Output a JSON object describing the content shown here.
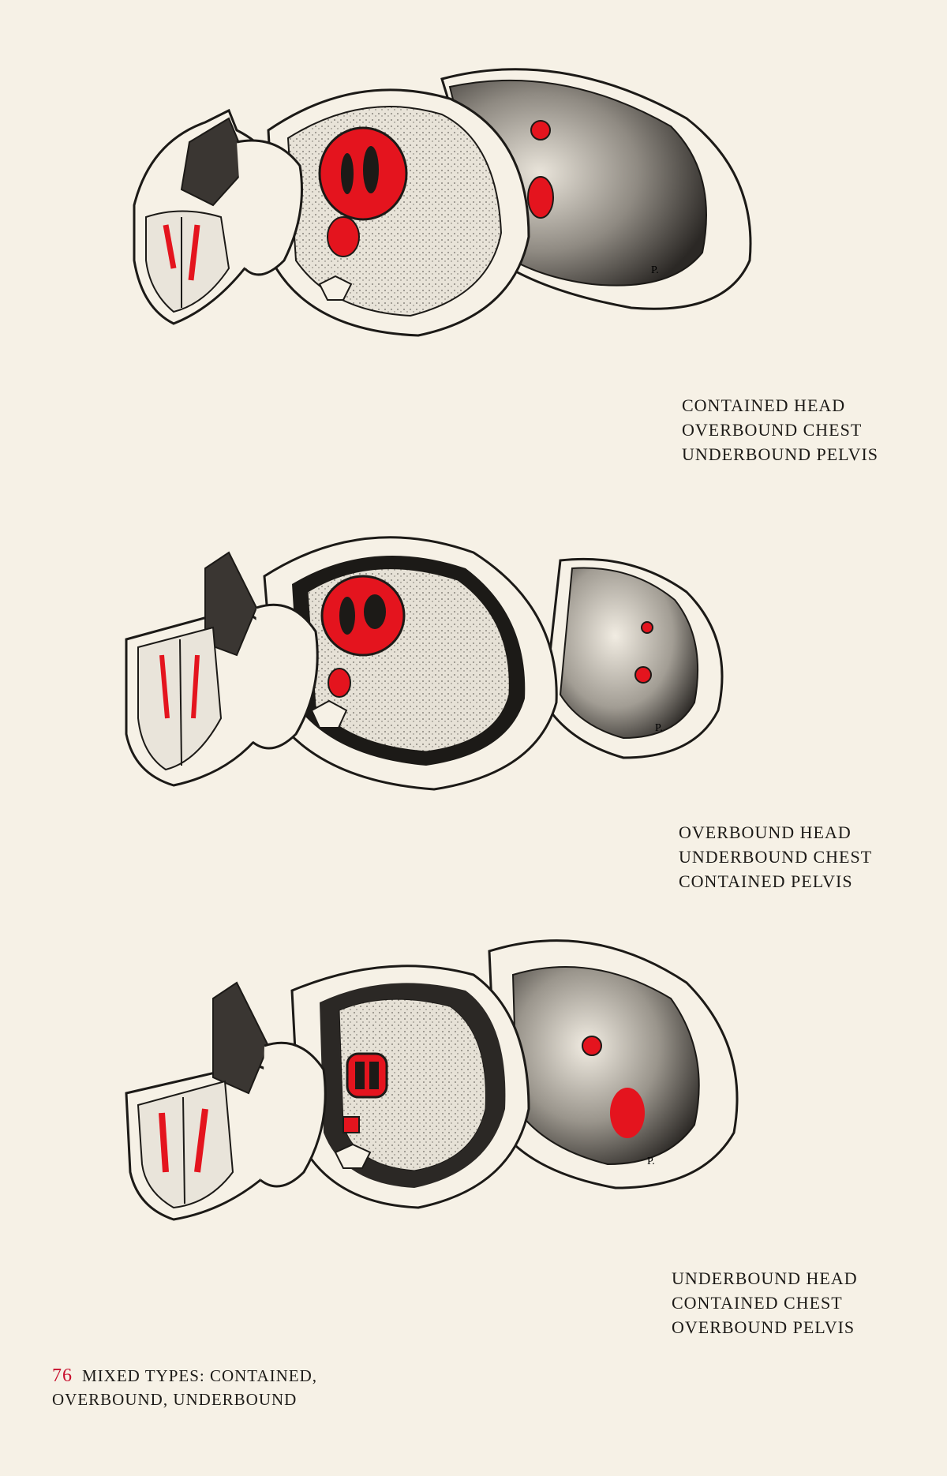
{
  "figures": [
    {
      "id": "fig-1",
      "caption": [
        "CONTAINED HEAD",
        "OVERBOUND CHEST",
        "UNDERBOUND PELVIS"
      ],
      "artist_mark": "P."
    },
    {
      "id": "fig-2",
      "caption": [
        "OVERBOUND HEAD",
        "UNDERBOUND CHEST",
        "CONTAINED PELVIS"
      ],
      "artist_mark": "P."
    },
    {
      "id": "fig-3",
      "caption": [
        "UNDERBOUND HEAD",
        "CONTAINED CHEST",
        "OVERBOUND PELVIS"
      ],
      "artist_mark": "P."
    }
  ],
  "footer": {
    "page_number": "76",
    "title_line1": "MIXED TYPES: CONTAINED,",
    "title_line2": "OVERBOUND, UNDERBOUND"
  },
  "colors": {
    "paper": "#f6f1e6",
    "ink": "#1c1a17",
    "accent_red": "#e4141e",
    "shade_dark": "#3a3632",
    "shade_mid": "#b9b3a8"
  }
}
